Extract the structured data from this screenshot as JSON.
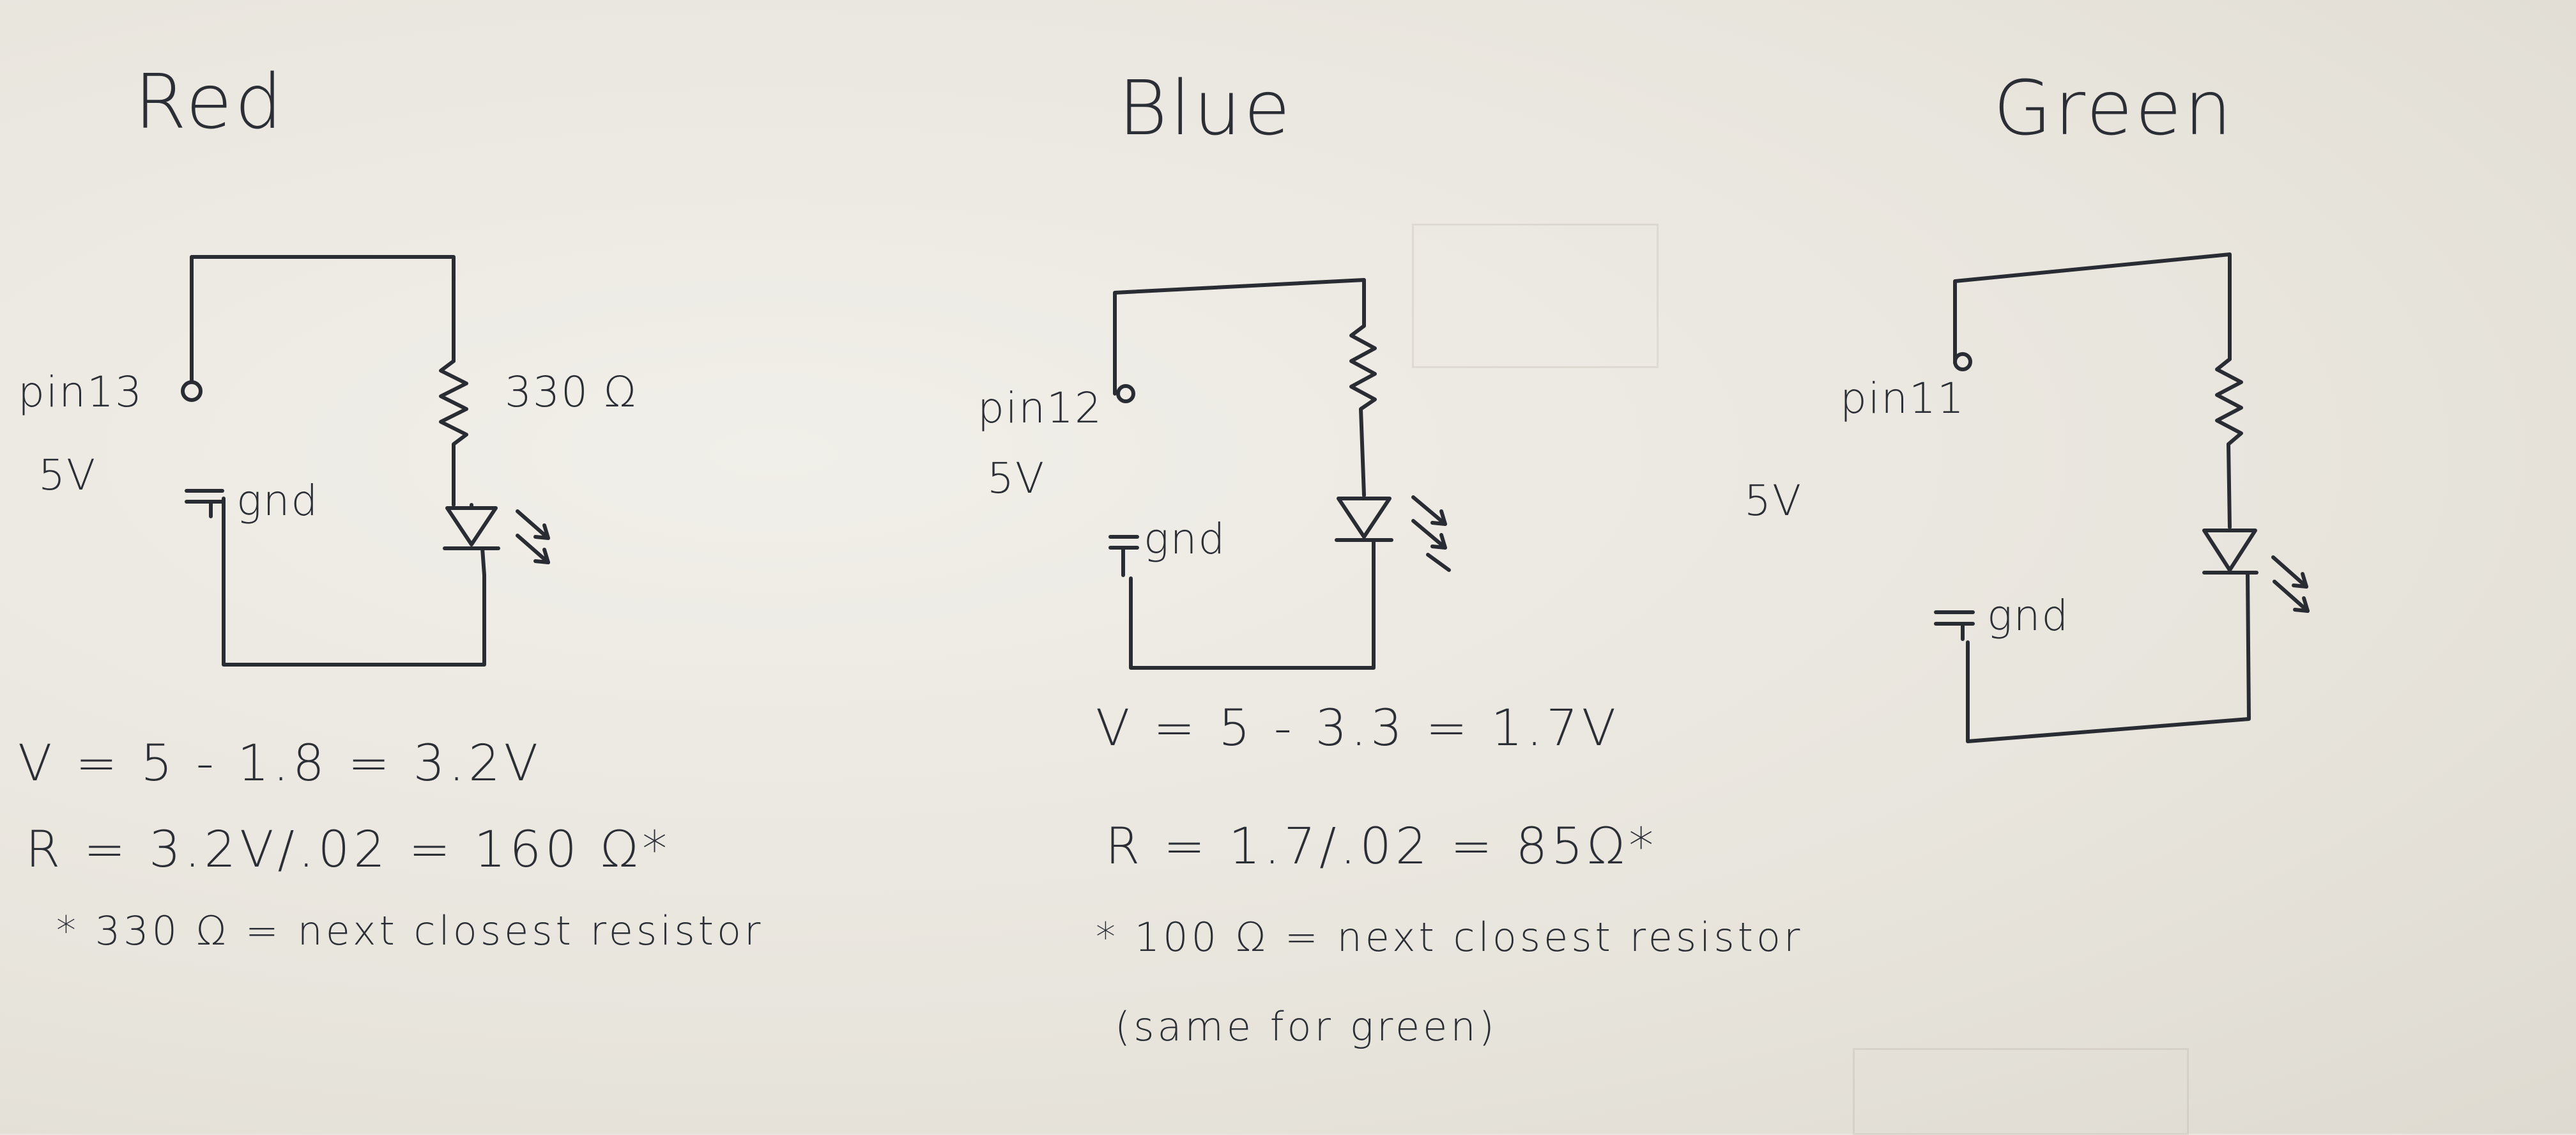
{
  "red": {
    "title": "Red",
    "pin": "pin13",
    "voltage": "5V",
    "ground": "gnd",
    "resistor": "330 Ω",
    "eq_v": "V = 5 - 1.8 = 3.2V",
    "eq_r": "R = 3.2V/.02 = 160 Ω*",
    "note": "* 330 Ω = next closest resistor"
  },
  "blue": {
    "title": "Blue",
    "pin": "pin12",
    "voltage": "5V",
    "ground": "gnd",
    "eq_v": "V = 5 - 3.3 = 1.7V",
    "eq_r": "R = 1.7/.02 = 85Ω*",
    "note": "* 100 Ω = next closest resistor",
    "note2": "(same for green)"
  },
  "green": {
    "title": "Green",
    "pin": "pin11",
    "voltage": "5V",
    "ground": "gnd"
  }
}
